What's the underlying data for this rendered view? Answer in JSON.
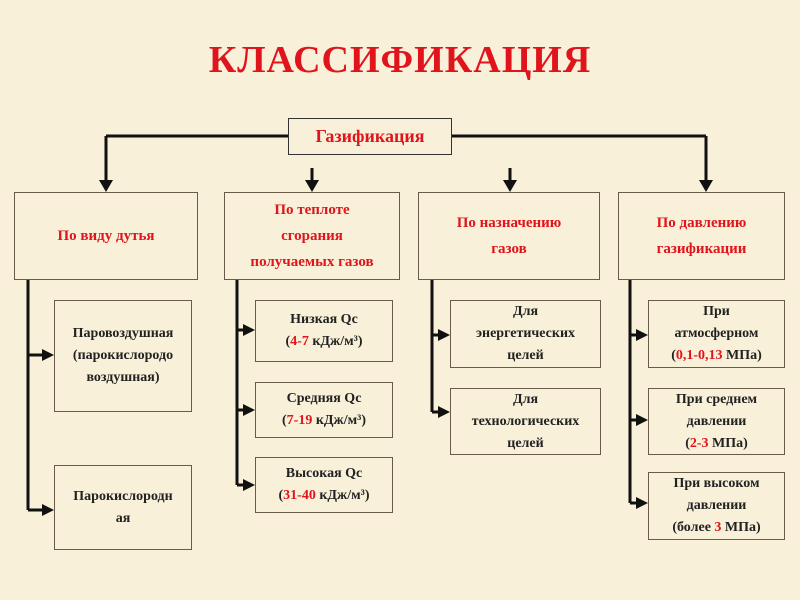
{
  "title": "КЛАССИФИКАЦИЯ",
  "root": "Газификация",
  "categories": [
    {
      "label": [
        "По виду дутья"
      ],
      "items": [
        {
          "lines": [
            [
              {
                "t": "Паровоздушная"
              }
            ],
            [
              {
                "t": "(парокислородо"
              }
            ],
            [
              {
                "t": "воздушная)"
              }
            ]
          ]
        },
        {
          "lines": [
            [
              {
                "t": "Парокислородн"
              }
            ],
            [
              {
                "t": "ая"
              }
            ]
          ]
        }
      ]
    },
    {
      "label": [
        "По теплоте",
        "сгорания",
        "получаемых газов"
      ],
      "items": [
        {
          "lines": [
            [
              {
                "t": "Низкая Qc"
              }
            ],
            [
              {
                "t": "("
              },
              {
                "t": "4-7",
                "red": true
              },
              {
                "t": " кДж/м³)"
              }
            ]
          ]
        },
        {
          "lines": [
            [
              {
                "t": "Средняя Qc"
              }
            ],
            [
              {
                "t": "("
              },
              {
                "t": "7-19",
                "red": true
              },
              {
                "t": " кДж/м³)"
              }
            ]
          ]
        },
        {
          "lines": [
            [
              {
                "t": "Высокая Qc"
              }
            ],
            [
              {
                "t": "("
              },
              {
                "t": "31-40",
                "red": true
              },
              {
                "t": " кДж/м³)"
              }
            ]
          ]
        }
      ]
    },
    {
      "label": [
        "По назначению",
        "газов"
      ],
      "items": [
        {
          "lines": [
            [
              {
                "t": "Для"
              }
            ],
            [
              {
                "t": "энергетических"
              }
            ],
            [
              {
                "t": "целей"
              }
            ]
          ]
        },
        {
          "lines": [
            [
              {
                "t": "Для"
              }
            ],
            [
              {
                "t": "технологических"
              }
            ],
            [
              {
                "t": "целей"
              }
            ]
          ]
        }
      ]
    },
    {
      "label": [
        "По давлению",
        "газификации"
      ],
      "items": [
        {
          "lines": [
            [
              {
                "t": "При"
              }
            ],
            [
              {
                "t": "атмосферном"
              }
            ],
            [
              {
                "t": "("
              },
              {
                "t": "0,1-0,13",
                "red": true
              },
              {
                "t": " МПа)"
              }
            ]
          ]
        },
        {
          "lines": [
            [
              {
                "t": "При среднем"
              }
            ],
            [
              {
                "t": "давлении"
              }
            ],
            [
              {
                "t": "("
              },
              {
                "t": "2-3",
                "red": true
              },
              {
                "t": " МПа)"
              }
            ]
          ]
        },
        {
          "lines": [
            [
              {
                "t": "При высоком"
              }
            ],
            [
              {
                "t": "давлении"
              }
            ],
            [
              {
                "t": "(более "
              },
              {
                "t": "3",
                "red": true
              },
              {
                "t": " МПа)"
              }
            ]
          ]
        }
      ]
    }
  ]
}
